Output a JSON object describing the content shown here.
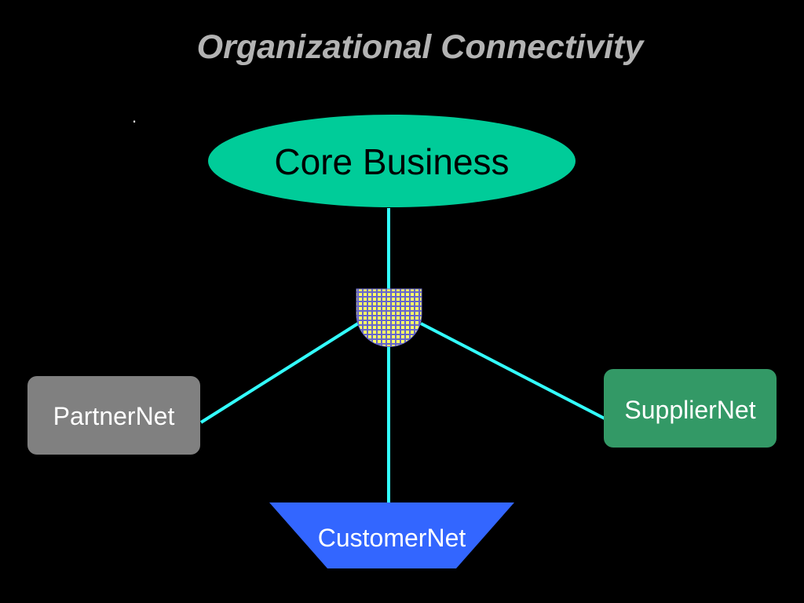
{
  "title": "Organizational Connectivity",
  "bullet": ".",
  "nodes": {
    "core": {
      "label": "Core Business",
      "color": "#00cc99"
    },
    "partner": {
      "label": "PartnerNet",
      "color": "#808080"
    },
    "supplier": {
      "label": "SupplierNet",
      "color": "#339966"
    },
    "customer": {
      "label": "CustomerNet",
      "color": "#3366ff"
    }
  },
  "hub": {
    "color_a": "#ffff66",
    "color_b": "#6666cc"
  },
  "connector_color": "#33ffff"
}
